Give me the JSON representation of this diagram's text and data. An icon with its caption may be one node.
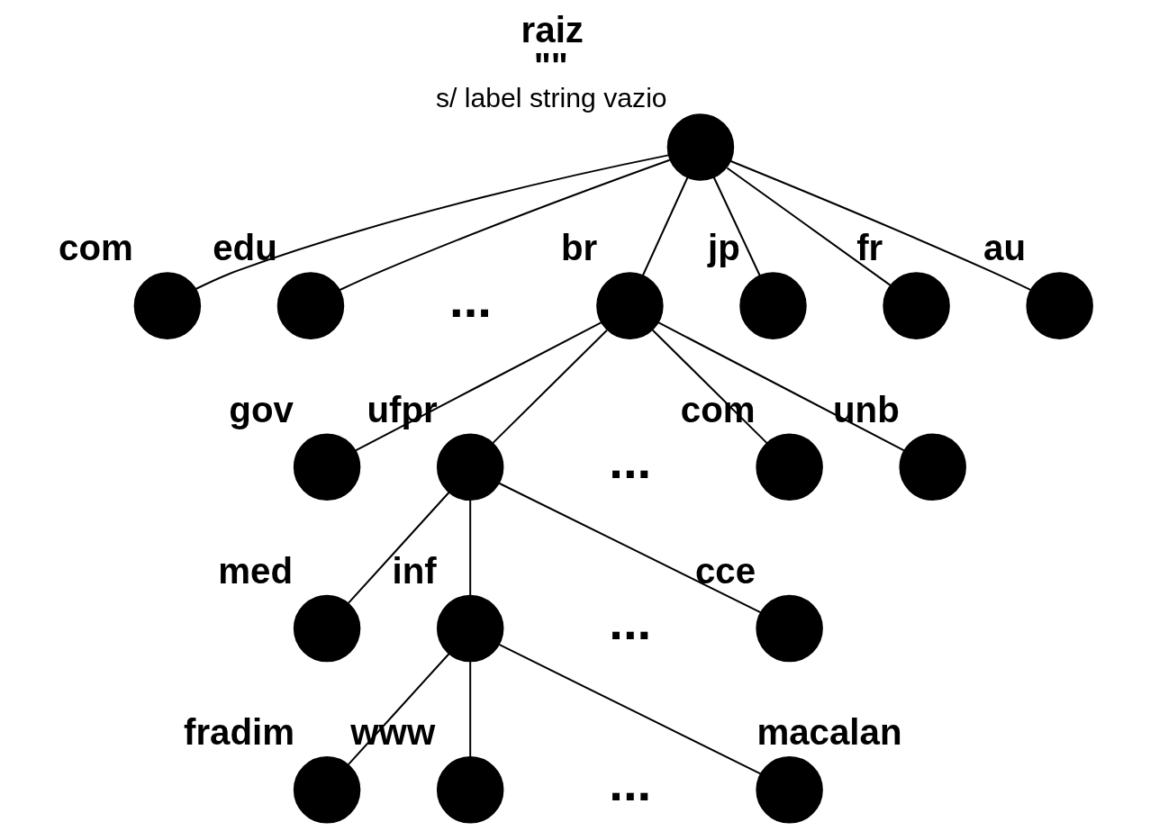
{
  "diagram": {
    "nodes": [
      {
        "text": [],
        "shape": "circle",
        "beside": [
          "raiz",
          "\"\"",
          "s/ label string vazio"
        ]
      },
      {
        "text": [],
        "shape": "circle",
        "beside": [
          "com"
        ]
      },
      {
        "text": [],
        "shape": "circle",
        "beside": [
          "edu"
        ]
      },
      {
        "text": [],
        "shape": "circle",
        "beside": [
          "br"
        ]
      },
      {
        "text": [],
        "shape": "circle",
        "beside": [
          "jp"
        ]
      },
      {
        "text": [],
        "shape": "circle",
        "beside": [
          "fr"
        ]
      },
      {
        "text": [],
        "shape": "circle",
        "beside": [
          "au"
        ]
      },
      {
        "text": [],
        "shape": "circle",
        "beside": [
          "gov"
        ]
      },
      {
        "text": [],
        "shape": "circle",
        "beside": [
          "ufpr"
        ]
      },
      {
        "text": [],
        "shape": "circle",
        "beside": [
          "com"
        ]
      },
      {
        "text": [],
        "shape": "circle",
        "beside": [
          "unb"
        ]
      },
      {
        "text": [],
        "shape": "circle",
        "beside": [
          "med"
        ]
      },
      {
        "text": [],
        "shape": "circle",
        "beside": [
          "inf"
        ]
      },
      {
        "text": [],
        "shape": "circle",
        "beside": [
          "cce"
        ]
      },
      {
        "text": [],
        "shape": "circle",
        "beside": [
          "fradim"
        ]
      },
      {
        "text": [],
        "shape": "circle",
        "beside": [
          "www"
        ]
      },
      {
        "text": [],
        "shape": "circle",
        "beside": [
          "macalan"
        ]
      }
    ],
    "edges": [
      {
        "from": 0,
        "to": 1,
        "arrow": "none"
      },
      {
        "from": 0,
        "to": 2,
        "arrow": "none"
      },
      {
        "from": 0,
        "to": 3,
        "arrow": "none"
      },
      {
        "from": 0,
        "to": 4,
        "arrow": "none"
      },
      {
        "from": 0,
        "to": 5,
        "arrow": "none"
      },
      {
        "from": 0,
        "to": 6,
        "arrow": "none"
      },
      {
        "from": 3,
        "to": 7,
        "arrow": "none"
      },
      {
        "from": 3,
        "to": 8,
        "arrow": "none"
      },
      {
        "from": 3,
        "to": 9,
        "arrow": "none"
      },
      {
        "from": 3,
        "to": 10,
        "arrow": "none"
      },
      {
        "from": 8,
        "to": 11,
        "arrow": "none"
      },
      {
        "from": 8,
        "to": 12,
        "arrow": "none"
      },
      {
        "from": 8,
        "to": 13,
        "arrow": "none"
      },
      {
        "from": 12,
        "to": 14,
        "arrow": "none"
      },
      {
        "from": 12,
        "to": 15,
        "arrow": "none"
      },
      {
        "from": 12,
        "to": 16,
        "arrow": "none"
      }
    ],
    "labels": [
      "...",
      "...",
      "...",
      "..."
    ]
  }
}
